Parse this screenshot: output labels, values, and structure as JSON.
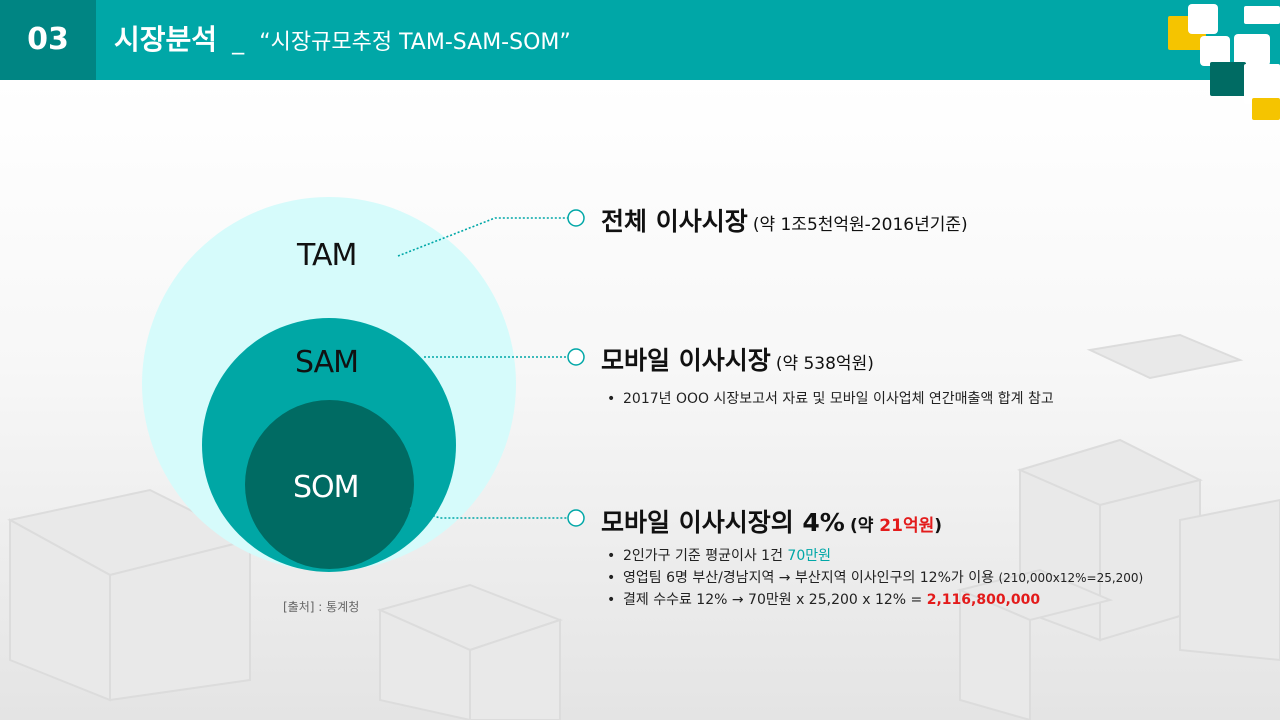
{
  "header": {
    "section_number": "03",
    "title": "시장분석",
    "separator": "_",
    "subtitle": "“시장규모추정 TAM-SAM-SOM”"
  },
  "colors": {
    "teal": "#00a7a7",
    "dark_teal": "#008583",
    "tam_fill": "#d6fbfb",
    "sam_fill": "#00a7a5",
    "som_fill": "#006b63",
    "highlight_red": "#e31b1b",
    "accent_yellow": "#f5c400"
  },
  "diagram": {
    "tam_label": "TAM",
    "sam_label": "SAM",
    "som_label": "SOM",
    "source": "[출처] : 통계청"
  },
  "tam": {
    "title": "전체 이사시장",
    "note": "(약 1조5천억원-2016년기준)"
  },
  "sam": {
    "title": "모바일 이사시장",
    "note": "(약 538억원)",
    "bullets": [
      "2017년 OOO 시장보고서 자료 및 모바일 이사업체 연간매출액 합계 참고"
    ]
  },
  "som": {
    "title": "모바일 이사시장의 4%",
    "note_open": "(약 ",
    "note_value": "21억원",
    "note_close": ")",
    "bullet1_text": "2인가구 기준 평균이사 1건 ",
    "bullet1_value": "70만원",
    "bullet2_text": "영업팀 6명 부산/경남지역 → 부산지역 이사인구의 12%가 이용 ",
    "bullet2_note": "(210,000x12%=25,200)",
    "bullet3_text": "결제 수수료 12% → 70만원 x 25,200 x 12% = ",
    "bullet3_value": "2,116,800,000"
  }
}
